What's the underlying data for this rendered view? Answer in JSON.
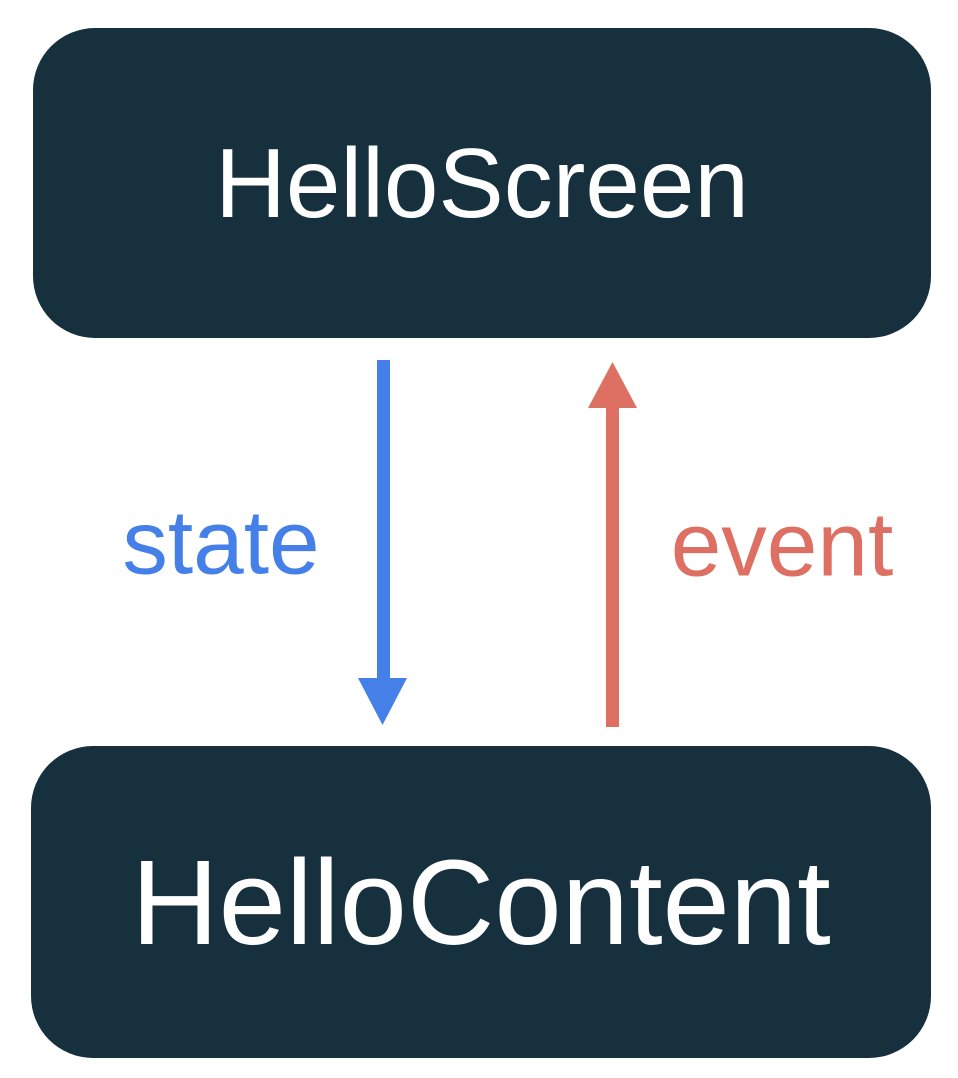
{
  "diagram": {
    "description": "Unidirectional data flow between two components",
    "background_color": "#ffffff",
    "nodes": {
      "screen": {
        "label": "HelloScreen",
        "bg_color": "#16303e",
        "text_color": "#ffffff"
      },
      "content": {
        "label": "HelloContent",
        "bg_color": "#16303e",
        "text_color": "#ffffff"
      }
    },
    "arrows": {
      "state": {
        "label": "state",
        "color": "#4580e8",
        "direction": "down",
        "from": "HelloScreen",
        "to": "HelloContent"
      },
      "event": {
        "label": "event",
        "color": "#dd7063",
        "direction": "up",
        "from": "HelloContent",
        "to": "HelloScreen"
      }
    }
  }
}
